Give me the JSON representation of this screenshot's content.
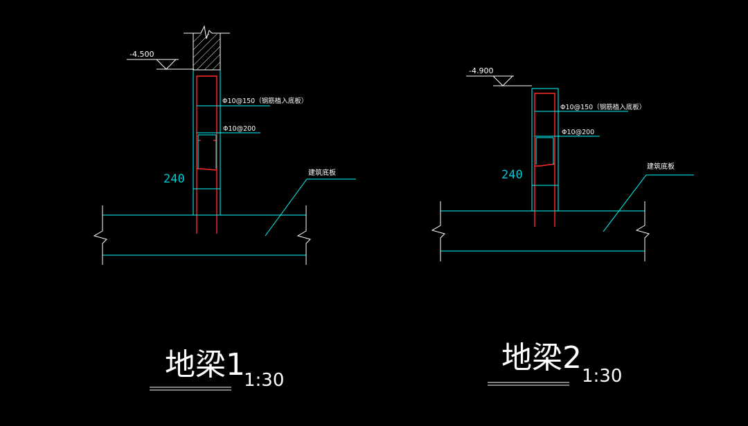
{
  "colors": {
    "background": "#000000",
    "cyan": "#00ffff",
    "red": "#ff2a2a",
    "white": "#ffffff",
    "dimension": "#00c8d8"
  },
  "details": [
    {
      "level": "-4.500",
      "rebar_note_1": "Φ10@150（钢筋植入底板）",
      "rebar_note_2": "Φ10@200",
      "width": "240",
      "slab_note": "建筑底板",
      "title": "地梁1",
      "scale": "1:30"
    },
    {
      "level": "-4.900",
      "rebar_note_1": "Φ10@150（钢筋植入底板）",
      "rebar_note_2": "Φ10@200",
      "width": "240",
      "slab_note": "建筑底板",
      "title": "地梁2",
      "scale": "1:30"
    }
  ]
}
